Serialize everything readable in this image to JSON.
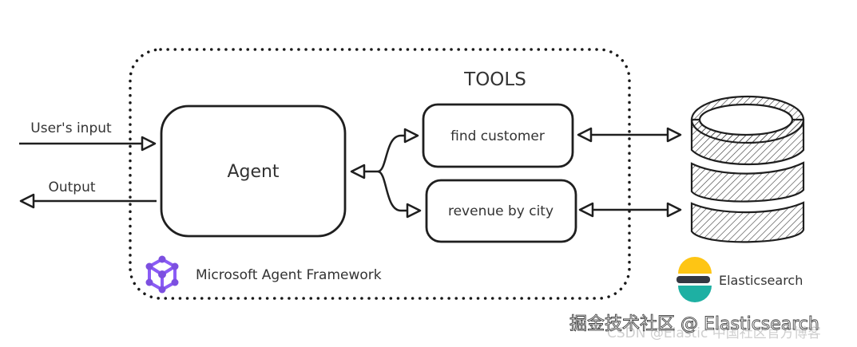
{
  "diagram": {
    "framework_label": "Microsoft Agent Framework",
    "tools_title": "TOOLS",
    "agent_label": "Agent",
    "input_label": "User's input",
    "output_label": "Output",
    "tools": [
      {
        "label": "find customer"
      },
      {
        "label": "revenue by city"
      }
    ],
    "datastore_label": "Elasticsearch",
    "icons": {
      "framework": "microsoft-agent-framework-logo-icon",
      "datastore": "elasticsearch-logo-icon",
      "database": "database-cylinder-icon"
    },
    "colors": {
      "framework_purple": "#8b5cf6",
      "elastic_yellow": "#fec514",
      "elastic_dark": "#343741",
      "elastic_teal": "#1eb0a3",
      "stroke": "#1f1f1f"
    }
  },
  "watermark": {
    "line1": "掘金技术社区 @ Elasticsearch",
    "line2": "CSDN @Elastic 中国社区官方博客"
  }
}
